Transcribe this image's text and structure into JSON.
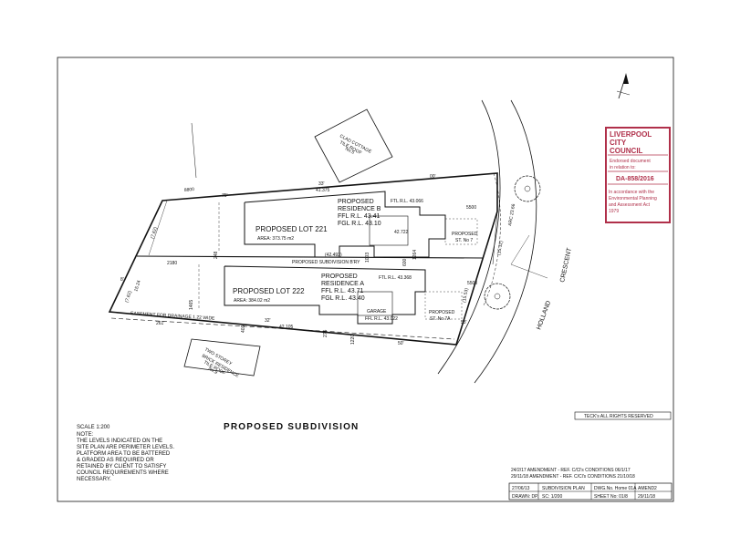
{
  "title": "PROPOSED SUBDIVISION",
  "lots": {
    "lot221": {
      "name": "PROPOSED LOT 221",
      "area": "AREA: 373.75 m2"
    },
    "lot222": {
      "name": "PROPOSED LOT 222",
      "area": "AREA: 384.02 m2"
    }
  },
  "residence_b": {
    "l1": "PROPOSED",
    "l2": "RESIDENCE B",
    "ffl": "FFL R.L. 43.41",
    "fgl": "FGL R.L. 43.10",
    "rl": "FTL R.L. 43.066"
  },
  "residence_a": {
    "l1": "PROPOSED",
    "l2": "RESIDENCE A",
    "ffl": "FFL R.L. 43.71",
    "fgl": "FGL R.L. 43.40",
    "rl": "FTL R.L. 43.368"
  },
  "garage": {
    "label": "GARAGE",
    "ffl": "FFL R.L. 43.022"
  },
  "street_labels": {
    "st7_a": "PROPOSED",
    "st7_b": "ST. No 7",
    "st7a_a": "PROPOSED",
    "st7a_b": "ST. No 7A"
  },
  "road": {
    "l1": "HOLLAND",
    "l2": "CRESCENT"
  },
  "neighbour_top": {
    "l1": "CLAD COTTAGE",
    "l2": "TILE ROOF",
    "l3": "No.5"
  },
  "neighbour_bottom": {
    "l1": "TWO STOREY",
    "l2": "BRICK RESIDENCE",
    "l3": "TILE ROOF",
    "l4": "No.9"
  },
  "boundary_label": "PROPOSED SUBDIVISION B'RY",
  "easement": "EASEMENT FOR DRAINAGE 1.22 WIDE",
  "dims": {
    "d1": "41.375",
    "d2": "33'",
    "d3": "00'",
    "d4": "8800",
    "d5": "75'",
    "d6": "(42.493)",
    "d7": "2180",
    "d8": "42.105",
    "d9": "32'",
    "d10": "50'",
    "d11": "5500",
    "d12": "5500",
    "d13": "1220",
    "d14": "1465",
    "d15": "261'",
    "d16": "(7.62)",
    "d17": "(7.62)",
    "d18": "15.24",
    "d19": "248",
    "d20": "1003",
    "d21": "275",
    "d22": "403",
    "d23": "600",
    "d24": "1264",
    "d25": "(15.32)",
    "d26": "ARC 23.66",
    "d27": "(15.53)",
    "d28": "53'",
    "d29": "8'",
    "d30": "42.722"
  },
  "council": {
    "name_l1": "LIVERPOOL",
    "name_l2": "CITY",
    "name_l3": "COUNCIL",
    "endorsed": "Endorsed document",
    "relation": "in relation to:",
    "da": "DA-858/2016",
    "acc1": "In accordance with the",
    "acc2": "Environmental Planning",
    "acc3": "and Assessment Act",
    "acc4": "1979"
  },
  "copyright": "TECK's ALL RIGHTS RESERVED",
  "scale": "SCALE 1:200",
  "notes": [
    "NOTE:",
    "THE LEVELS INDICATED ON THE",
    "SITE PLAN ARE PERIMETER LEVELS.",
    "PLATFORM AREA TO BE BATTERED",
    "& GRADED AS REQUIRED OR",
    "RETAINED BY CLIENT TO SATISFY",
    "COUNCIL REQUIREMENTS WHERE",
    "NECESSARY."
  ],
  "amendments": [
    "24/2/17 AMENDMENT - REF. C/Cl's CONDITIONS 06/1/17",
    "29/11/18 AMENDMENT - REF. C/Cl's CONDITIONS 21/10/18"
  ],
  "titleblock": {
    "date": "27/06/13",
    "type": "SUBDIVISION PLAN",
    "dwg": "DWG.No. Home 01A",
    "amend": "AMEND2",
    "drawn": "DRAWN: DP.",
    "scale": "SC: 1/200",
    "sheet": "SHEET No: 01/8",
    "date2": "29/11/18"
  },
  "colors": {
    "council_border": "#b0304a"
  }
}
